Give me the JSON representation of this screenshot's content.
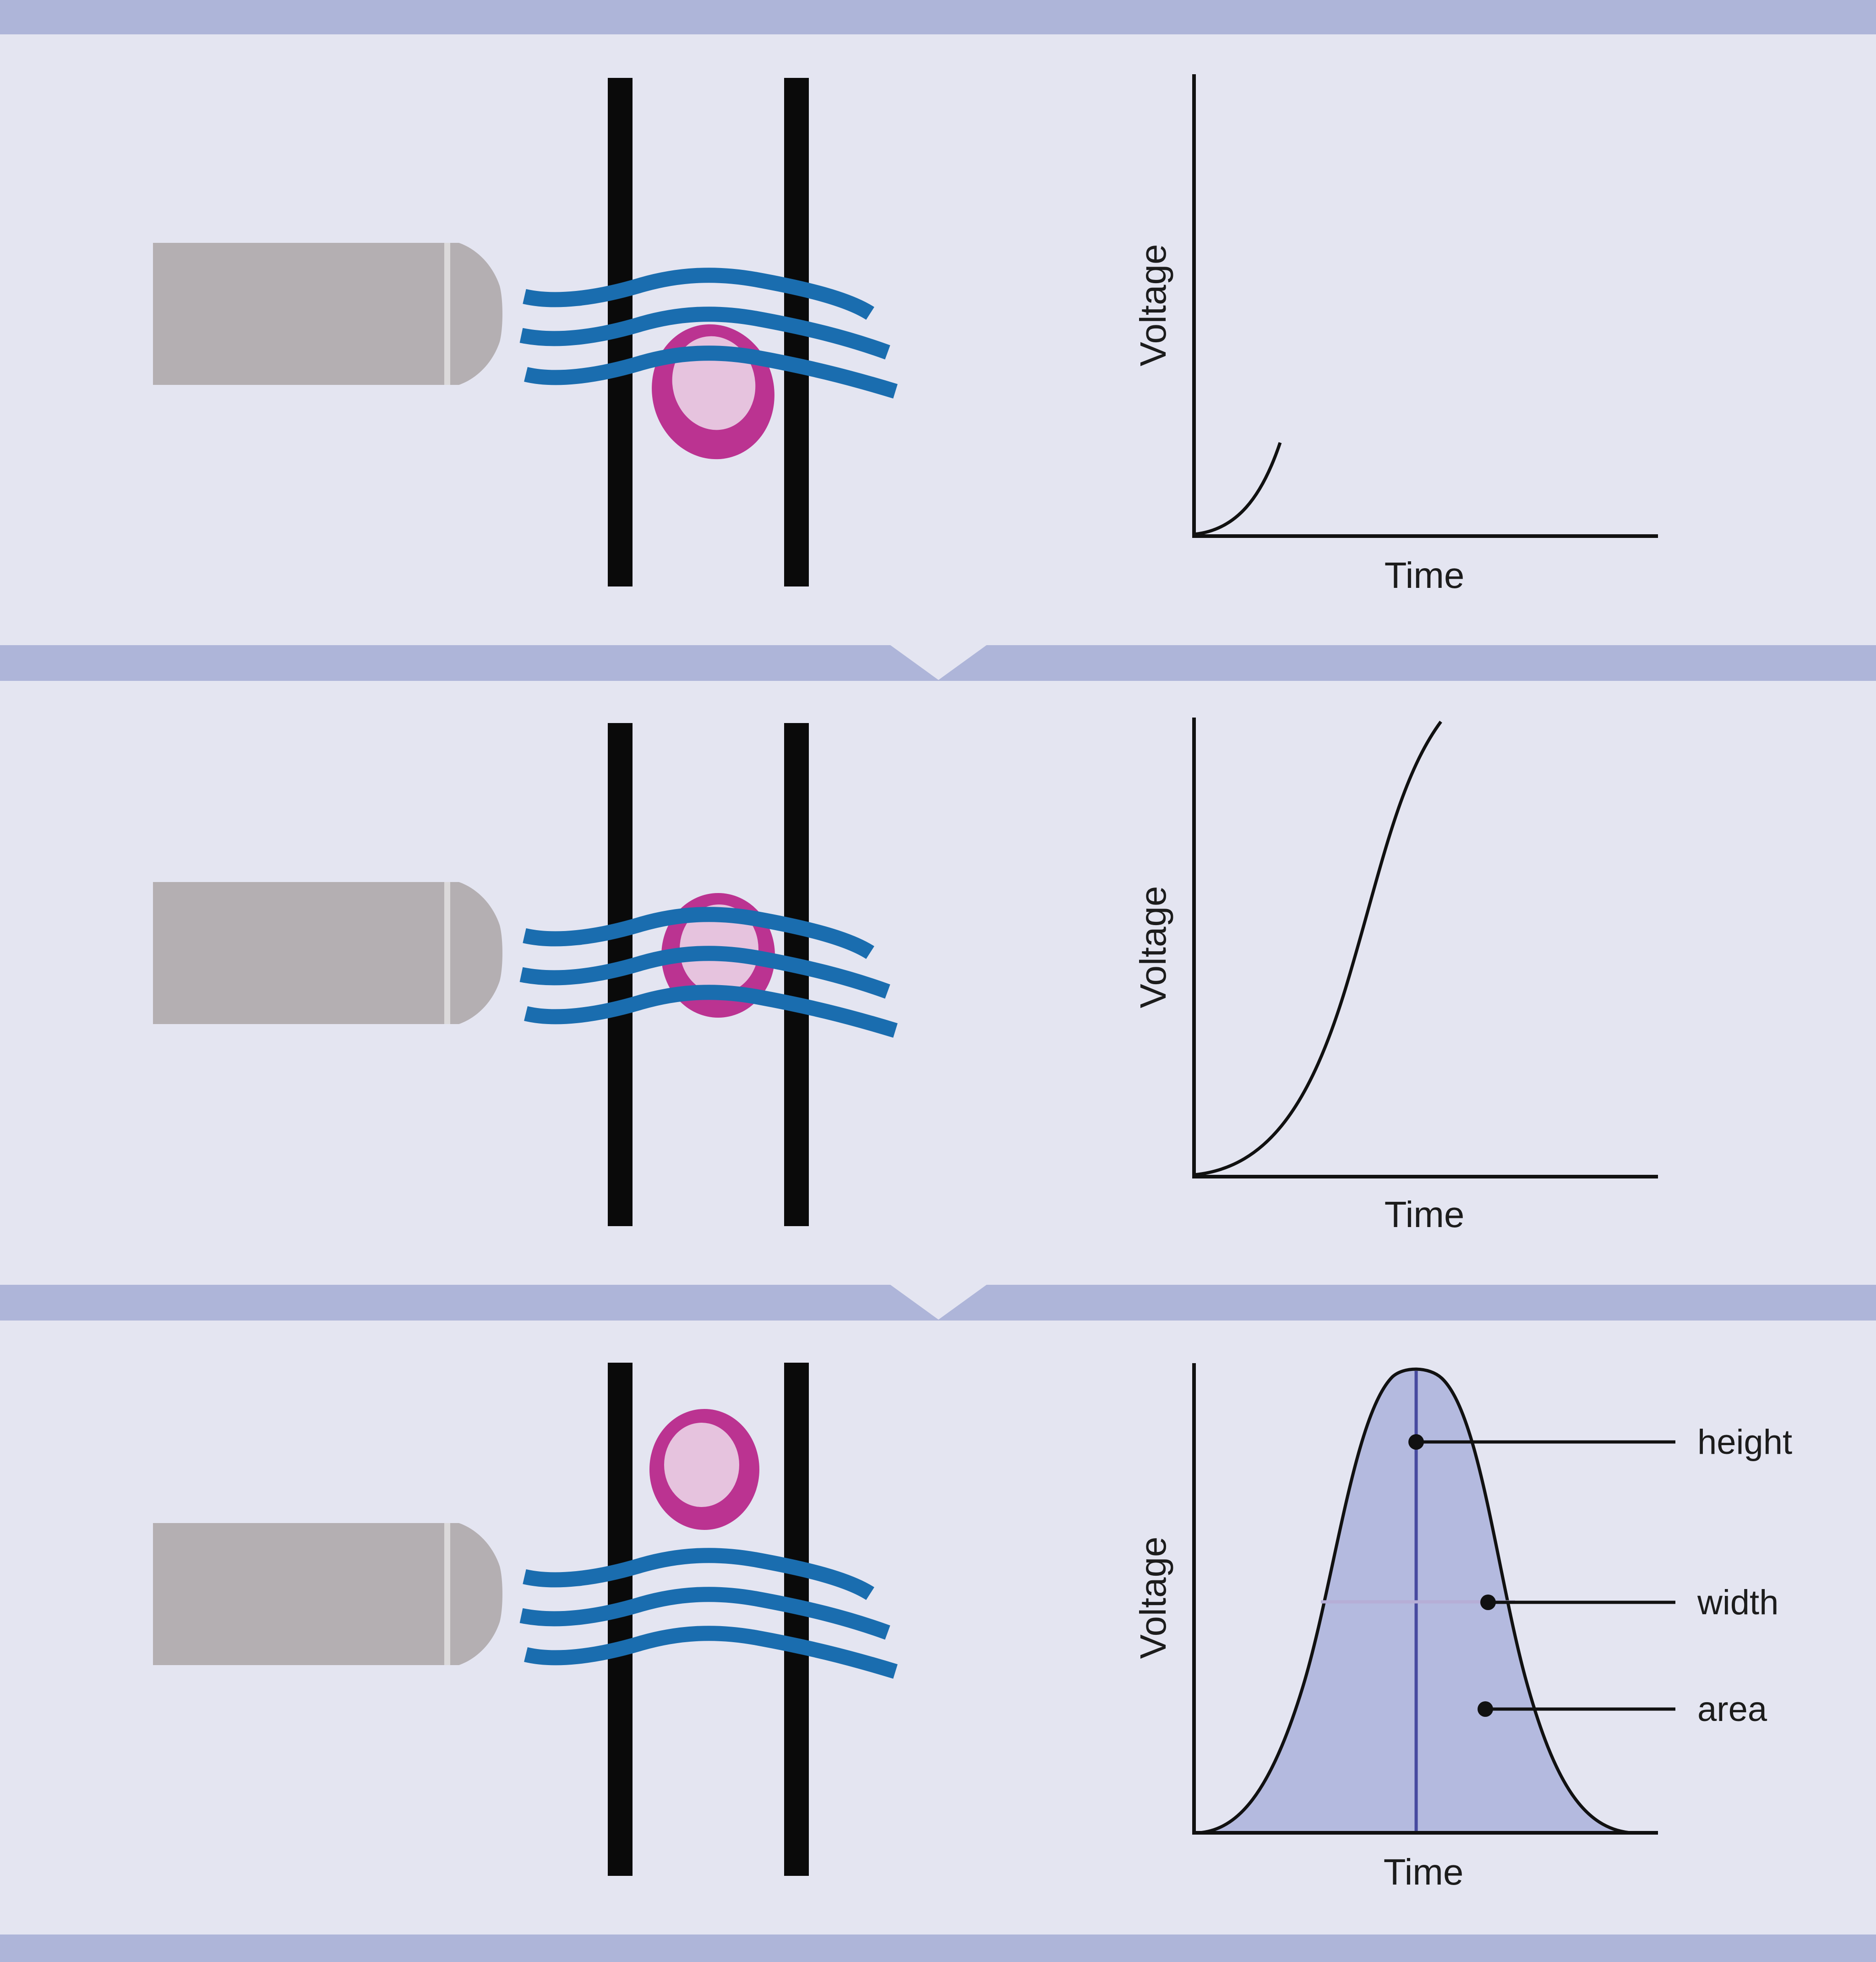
{
  "figure": {
    "background_color": "#e4e5f1",
    "band_color": "#aeb5d9",
    "wave_color": "#1a6daf",
    "cell_ring_color": "#bb3391",
    "cell_inner_color": "#e6c3de",
    "nozzle_color": "#b4afb2",
    "nozzle_highlight_color": "#dbd9da",
    "electrode_color": "#0a0a0a",
    "peak_fill_color": "#b4badf",
    "peak_center_line_color": "#474a9f",
    "peak_width_line_color": "#b6aed6",
    "text_color": "#1c1c1c"
  },
  "labels": {
    "voltage": "Voltage",
    "time": "Time"
  },
  "annotations": {
    "height": "height",
    "width": "width",
    "area": "area"
  },
  "chart_data": [
    {
      "type": "line",
      "xlabel": "Time",
      "ylabel": "Voltage",
      "grid": false,
      "x_norm": [
        0,
        0.05,
        0.09,
        0.13,
        0.16,
        0.19
      ],
      "y_norm": [
        0,
        0.02,
        0.05,
        0.1,
        0.15,
        0.2
      ]
    },
    {
      "type": "line",
      "xlabel": "Time",
      "ylabel": "Voltage",
      "grid": false,
      "x_norm": [
        0,
        0.08,
        0.16,
        0.24,
        0.31,
        0.37,
        0.42,
        0.47,
        0.53
      ],
      "y_norm": [
        0,
        0.03,
        0.1,
        0.24,
        0.45,
        0.66,
        0.82,
        0.92,
        0.99
      ]
    },
    {
      "type": "area",
      "xlabel": "Time",
      "ylabel": "Voltage",
      "grid": false,
      "x_norm": [
        0,
        0.1,
        0.2,
        0.28,
        0.36,
        0.42,
        0.47,
        0.52,
        0.58,
        0.66,
        0.76,
        0.88,
        1.0
      ],
      "y_norm": [
        0,
        0.02,
        0.1,
        0.32,
        0.62,
        0.88,
        1.0,
        0.88,
        0.62,
        0.32,
        0.1,
        0.02,
        0
      ],
      "annotations": [
        "height",
        "width",
        "area"
      ]
    }
  ]
}
